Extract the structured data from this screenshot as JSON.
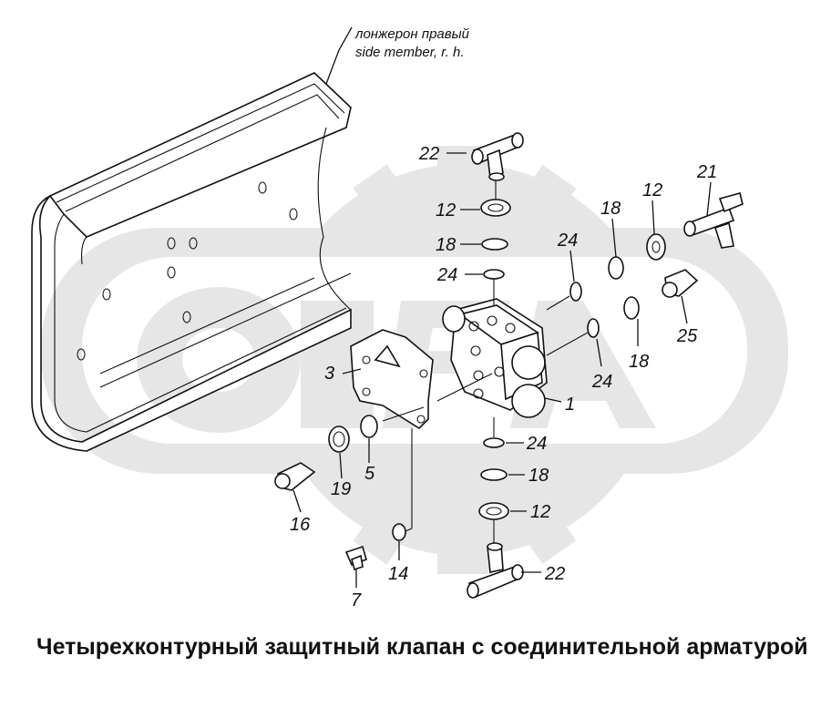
{
  "frame_note": {
    "line1": "лонжерон правый",
    "line2": "side member, r. h."
  },
  "callouts": {
    "c1": "1",
    "c3": "3",
    "c5": "5",
    "c7": "7",
    "c12a": "12",
    "c12b": "12",
    "c12c": "12",
    "c14": "14",
    "c16": "16",
    "c18a": "18",
    "c18b": "18",
    "c18c": "18",
    "c18d": "18",
    "c19": "19",
    "c21": "21",
    "c22a": "22",
    "c22b": "22",
    "c24a": "24",
    "c24b": "24",
    "c24c": "24",
    "c24d": "24",
    "c25": "25"
  },
  "caption": "Четырехконтурный защитный клапан с соединительной арматурой",
  "colors": {
    "ink": "#111111",
    "watermark": "#e6e6e6",
    "background": "#ffffff"
  }
}
